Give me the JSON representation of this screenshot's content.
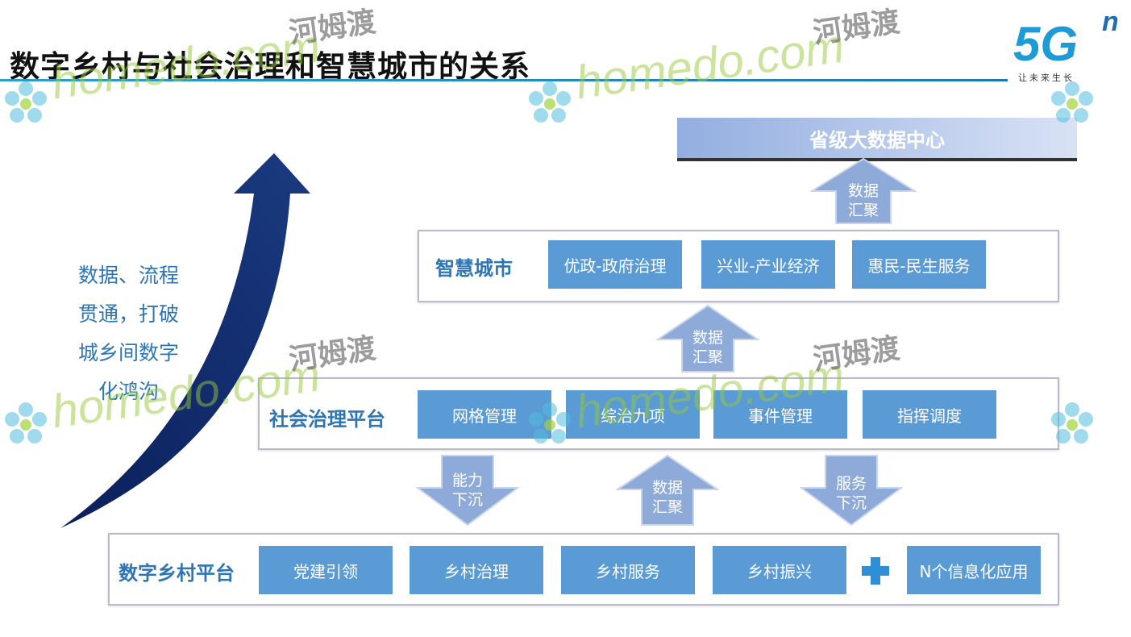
{
  "title": "数字乡村与社会治理和智慧城市的关系",
  "logo": {
    "text": "5G",
    "sup": "n",
    "slogan": "让未来生长"
  },
  "side_text": "数据、流程\n贯通，打破\n城乡间数字\n化鸿沟",
  "data_center": "省级大数据中心",
  "smart_city": {
    "label": "智慧城市",
    "items": [
      "优政-政府治理",
      "兴业-产业经济",
      "惠民-民生服务"
    ]
  },
  "social_governance": {
    "label": "社会治理平台",
    "items": [
      "网格管理",
      "综治九项",
      "事件管理",
      "指挥调度"
    ]
  },
  "digital_village": {
    "label": "数字乡村平台",
    "items": [
      "党建引领",
      "乡村治理",
      "乡村服务",
      "乡村振兴"
    ],
    "plus": "+",
    "extra": "N个信息化应用"
  },
  "arrows": {
    "top": [
      "数据",
      "汇聚"
    ],
    "middle": [
      "数据",
      "汇聚"
    ],
    "capability": [
      "能力",
      "下沉"
    ],
    "data_up": [
      "数据",
      "汇聚"
    ],
    "service": [
      "服务",
      "下沉"
    ]
  },
  "watermark": {
    "latin": "homedo.com",
    "cn": "河姆渡"
  },
  "colors": {
    "box": "#5b9bd5",
    "label": "#2e75b6",
    "navy_arrow": "#0e2a66"
  }
}
